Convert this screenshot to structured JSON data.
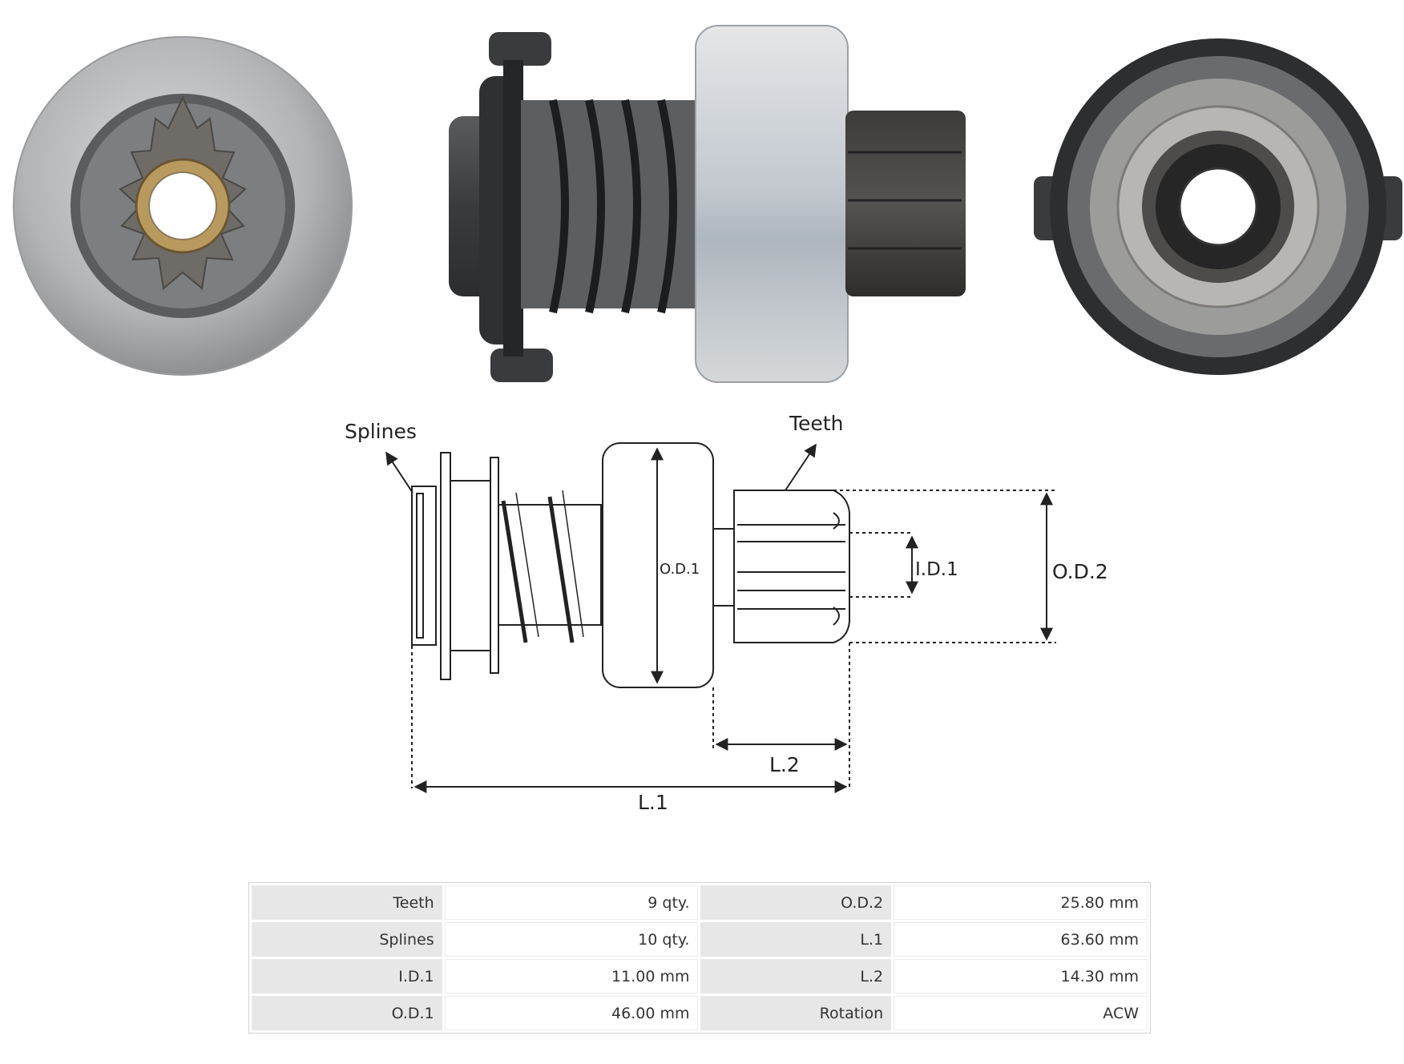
{
  "diagram": {
    "labels": {
      "splines": "Splines",
      "teeth": "Teeth",
      "od1": "O.D.1",
      "id1": "I.D.1",
      "od2": "O.D.2",
      "l2": "L.2",
      "l1": "L.1"
    }
  },
  "specs": {
    "rows": [
      {
        "label_a": "Teeth",
        "value_a": "9 qty.",
        "label_b": "O.D.2",
        "value_b": "25.80 mm"
      },
      {
        "label_a": "Splines",
        "value_a": "10 qty.",
        "label_b": "L.1",
        "value_b": "63.60 mm"
      },
      {
        "label_a": "I.D.1",
        "value_a": "11.00 mm",
        "label_b": "L.2",
        "value_b": "14.30 mm"
      },
      {
        "label_a": "O.D.1",
        "value_a": "46.00 mm",
        "label_b": "Rotation",
        "value_b": "ACW"
      }
    ]
  },
  "colors": {
    "steel": "#b8b9bb",
    "dark_metal": "#3e3f41",
    "collar": "#c9cdd1",
    "line": "#222222"
  }
}
